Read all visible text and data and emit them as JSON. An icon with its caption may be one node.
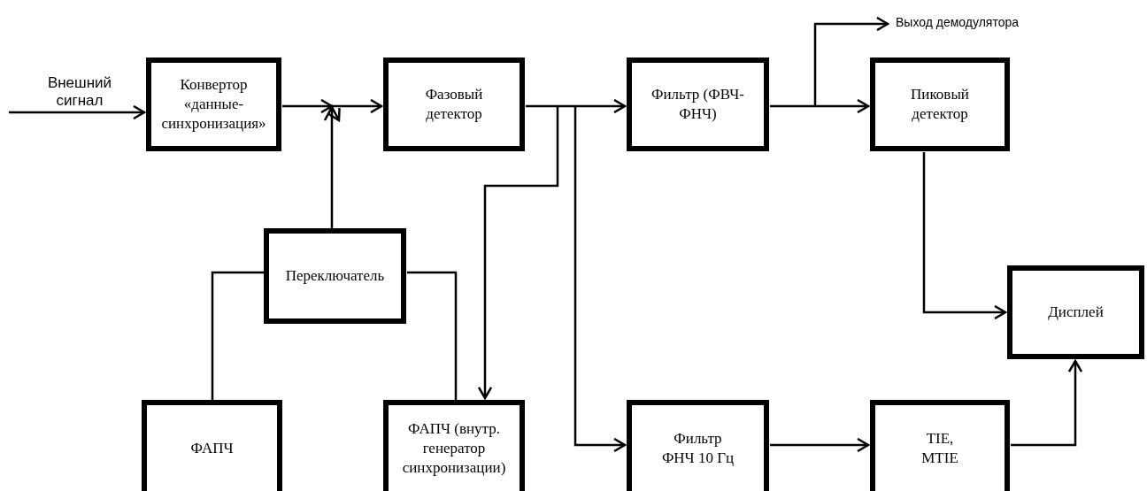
{
  "diagram": {
    "nodes": [
      {
        "text": [
          "Конвертор «данные-синхронизация»"
        ]
      },
      {
        "text": [
          "Фазовый детектор"
        ]
      },
      {
        "text": [
          "Фильтр (ФВЧ-ФНЧ)"
        ]
      },
      {
        "text": [
          "Пиковый детектор"
        ]
      },
      {
        "text": [
          "Выход демодулятора"
        ]
      },
      {
        "text": [
          "Переключатель"
        ]
      },
      {
        "text": [
          "ФАПЧ"
        ]
      },
      {
        "text": [
          "ФАПЧ (внутр. генератор синхронизации)"
        ]
      },
      {
        "text": [
          "Фильтр ФНЧ 10 Гц"
        ]
      },
      {
        "text": [
          "TIE, MTIE"
        ]
      },
      {
        "text": [
          "Дисплей"
        ]
      }
    ],
    "edges": [
      {
        "from": null,
        "to": 0,
        "arrow": "to",
        "label": "Внешний сигнал"
      },
      {
        "from": 0,
        "to": 1,
        "arrow": "to"
      },
      {
        "from": 5,
        "to": 1,
        "arrow": "to"
      },
      {
        "from": 1,
        "to": 2,
        "arrow": "to"
      },
      {
        "from": 1,
        "to": 7,
        "arrow": "to"
      },
      {
        "from": 1,
        "to": 8,
        "arrow": "to"
      },
      {
        "from": 2,
        "to": 3,
        "arrow": "to"
      },
      {
        "from": 2,
        "to": 4,
        "arrow": "to"
      },
      {
        "from": 3,
        "to": 10,
        "arrow": "to"
      },
      {
        "from": 8,
        "to": 9,
        "arrow": "to"
      },
      {
        "from": 9,
        "to": 10,
        "arrow": "to"
      },
      {
        "from": 5,
        "to": 6,
        "arrow": "none"
      },
      {
        "from": 5,
        "to": 7,
        "arrow": "none"
      }
    ]
  }
}
